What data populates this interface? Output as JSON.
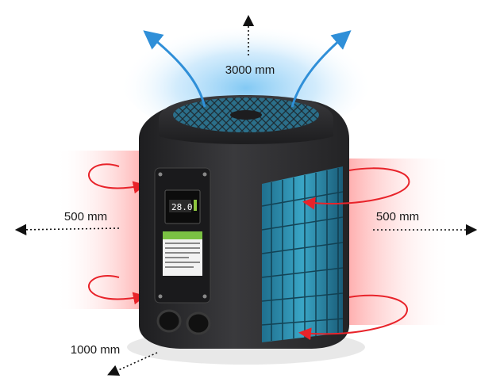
{
  "labels": {
    "top_clearance": "3000 mm",
    "left_clearance": "500 mm",
    "right_clearance": "500 mm",
    "front_clearance": "1000 mm"
  },
  "display": {
    "reading": "28.0"
  },
  "colors": {
    "airflow_out": "#2f8fd8",
    "airflow_in": "#e8232a",
    "body": "#2a2a2c",
    "coil": "#2c8fb0",
    "glow_blue": "#bfe3fb",
    "glow_red": "#ffc9c9"
  },
  "icons": {
    "up": "arrow-up-icon",
    "left": "arrow-left-icon",
    "right": "arrow-right-icon",
    "front": "arrow-front-icon"
  }
}
